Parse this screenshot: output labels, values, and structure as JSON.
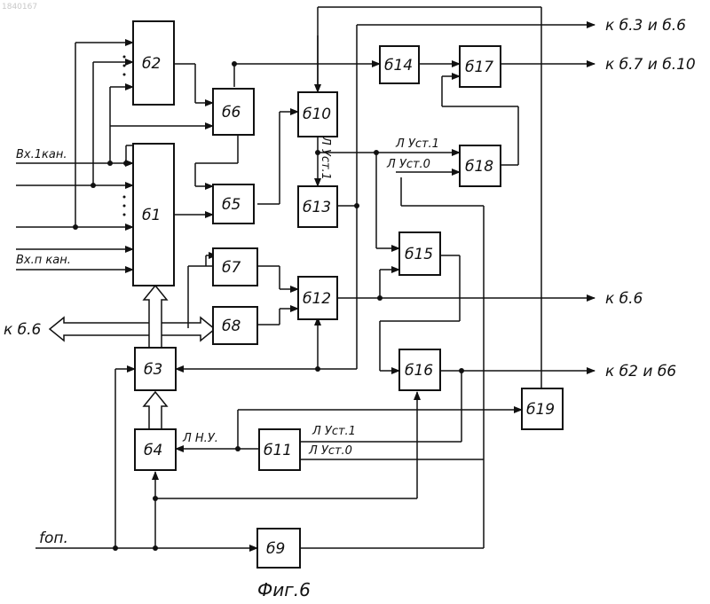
{
  "document_id": "1840167",
  "blocks": {
    "b1": "б1",
    "b2": "б2",
    "b3": "б3",
    "b4": "б4",
    "b5": "б5",
    "b6": "б6",
    "b7": "б7",
    "b8": "б8",
    "b9": "б9",
    "b10": "б10",
    "b11": "б11",
    "b12": "б12",
    "b13": "б13",
    "b14": "б14",
    "b15": "б15",
    "b16": "б16",
    "b17": "б17",
    "b18": "б18",
    "b19": "б19"
  },
  "inputs": {
    "ch1": "Вх.1кан.",
    "chn": "Вх.п кан.",
    "fop": "fоп."
  },
  "outputs": {
    "to_b3_b6": "к б.3 и б.6",
    "to_b7_b10": "к б.7 и б.10",
    "to_b6": "к б.6",
    "to_b2_b6": "к б2 и б6",
    "from_b6": "к б.6"
  },
  "signals": {
    "set1_b18": "Л Уст.1",
    "set0_b18": "Л Уст.0",
    "set1_b11": "Л Уст.1",
    "set0_b11": "Л Уст.0",
    "nu": "Л Н.У.",
    "set1_vertical": "Л Уст.1"
  },
  "caption": "Фиг.6"
}
